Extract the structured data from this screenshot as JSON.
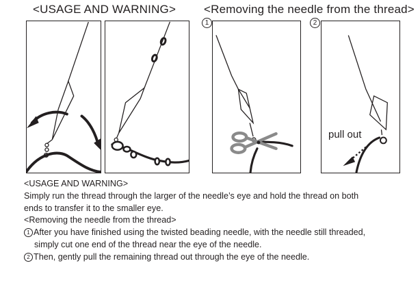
{
  "headings": {
    "usage": "<USAGE AND WARNING>",
    "removing": "<Removing the needle from the thread>"
  },
  "steps": {
    "one": "1",
    "two": "2"
  },
  "labels": {
    "pull_out": "pull out"
  },
  "text": {
    "usage_heading": "<USAGE AND WARNING>",
    "usage_line1": "Simply run the thread through the larger of the needle’s eye and hold the thread on both",
    "usage_line2": "ends to transfer it to the smaller eye.",
    "removing_heading": "<Removing the needle from the thread>",
    "step1_line1": "After you have finished using the twisted beading needle, with the needle still threaded,",
    "step1_line2": "simply cut one end of the thread near the eye of the needle.",
    "step2_line1": "Then, gently pull the remaining thread out through the eye of the needle."
  },
  "colors": {
    "ink": "#231f20",
    "scissors": "#8a8a8a"
  }
}
